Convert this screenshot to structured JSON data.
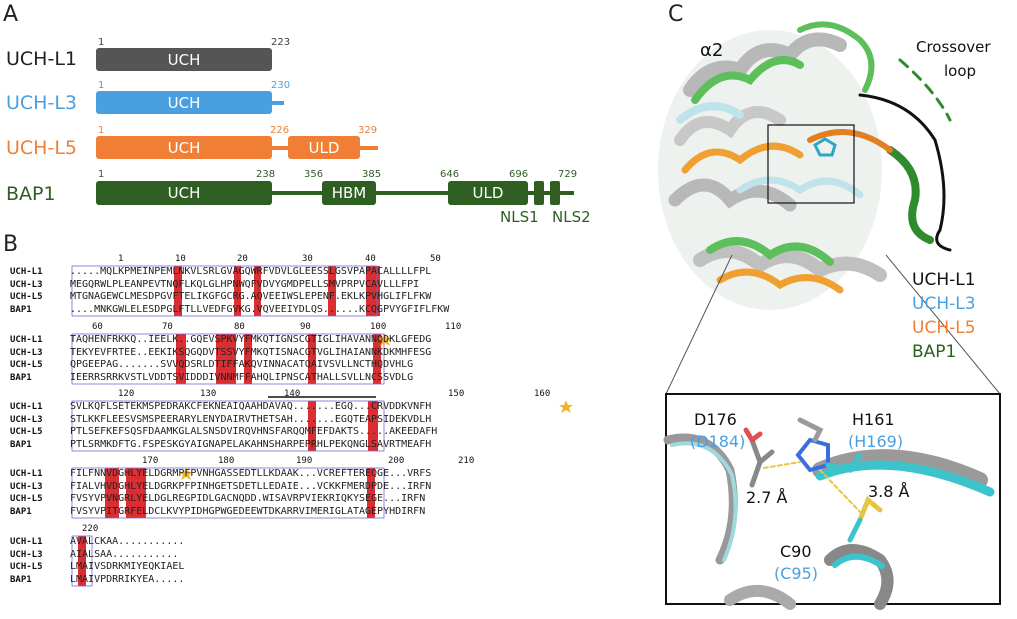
{
  "panels": {
    "a": "A",
    "b": "B",
    "c": "C"
  },
  "colors": {
    "uchl1": "#555555",
    "uchl3": "#4a9fe0",
    "uchl5": "#f07f35",
    "bap1": "#2f5e22",
    "identity_red": "#d8181e",
    "similar_box": "#6d6dd8",
    "star": "#f0b429"
  },
  "panel_a": {
    "proteins": [
      {
        "name": "UCH-L1",
        "start": "1",
        "end": "223",
        "domains": [
          "UCH"
        ]
      },
      {
        "name": "UCH-L3",
        "start": "1",
        "end": "230",
        "domains": [
          "UCH"
        ]
      },
      {
        "name": "UCH-L5",
        "start": "1",
        "end": "226",
        "end2": "329",
        "domains": [
          "UCH",
          "ULD"
        ]
      },
      {
        "name": "BAP1",
        "start": "1",
        "marks": [
          "238",
          "356",
          "385",
          "646",
          "696",
          "729"
        ],
        "domains": [
          "UCH",
          "HBM",
          "ULD"
        ],
        "nls": [
          "NLS1",
          "NLS2"
        ]
      }
    ]
  },
  "panel_b": {
    "names": [
      "UCH-L1",
      "UCH-L3",
      "UCH-L5",
      "BAP1"
    ],
    "blocks": [
      {
        "ruler": [
          "1",
          "10",
          "20",
          "30",
          "40",
          "50"
        ],
        "rows": [
          ".....MQLKPMEINPEMLNKVLSRLGVAGQWRFVDVLGLEESSLGSVPAPACALLLLFPL",
          "MEGQRWLPLEANPEVTNQFLKQLGLHPNWQFVDVYGMDPELLSMVPRPVCAVLLLFPI",
          "MTGNAGEWCLMESDPGVFTELIKGFGCRG.AQVEEIWSLEPENF.EKLKPVHGLIFLFKW",
          "....MNKGWLELESDPGLFTLLVEDFGVKG.VQVEEIYDLQS......KCQGPVYGFIFLFKW"
        ]
      },
      {
        "ruler": [
          "60",
          "70",
          "80",
          "90",
          "100",
          "110"
        ],
        "rows": [
          "TAQHENFRKKQ..IEELK..GQEVSPKVYFMKQTIGNSCGTIGLIHAVANNQDKLGFEDG",
          "TEKYEVFRTEE..EEKIKSQGQDVTSSVYFMKQTISNACGTVGLIHAIANNKDKMHFESG",
          "QPGEEPAG.......SVVQDSRLDTIFFAKQVINNACATQAIVSVLLNCTHQDVHLG",
          "IEERRSRRKVSTLVDDTSVIDDDIVNNMFFAHQLIPNSCATHALLSVLLNCSSVDLG"
        ]
      },
      {
        "ruler": [
          "120",
          "130",
          "140",
          "150",
          "160"
        ],
        "rows": [
          "SVLKQFLSETEKMSPEDRAKCFEKNEAIQAAHDAVAQ.......EGQ...CRVDDKVNFH",
          "STLKKFLEESVSMSPEERARYLENYDAIRVTHETSAH.......EGQTEAPSIDEKVDLH",
          "PTLSEFKEFSQSFDAAMKGLALSNSDVIRQVHNSFARQQMFEFDAKTS.....AKEEDAFH",
          "PTLSRMKDFTG.FSPESKGYAIGNAPELAKAHNSHARPEPRHLPEKQNGLSAVRTMEAFH"
        ]
      },
      {
        "ruler": [
          "170",
          "180",
          "190",
          "200",
          "210"
        ],
        "rows": [
          "FILFNNVDGHLYELDGRMPFPVNHGASSEDTLLKDAAK...VCREFTEREQGE...VRFS",
          "FIALVHVDGHLYELDGRKPFPINHGETSDETLLEDAIE...VCKKFMERDPDE...IRFN",
          "FVSYVPVNGRLYELDGLREGPIDLGACNQDD.WISAVRPVIEKRIQKYSEGE...IRFN",
          "FVSYVPITGRFELDCLKVYPIDHGPWGEDEEWTDKARRVIMERIGLATAGEPYHDIRFN"
        ]
      },
      {
        "ruler": [
          "220"
        ],
        "rows": [
          "AVALCKAA...........",
          "AIALSAA...........",
          "LMAIVSDRKMIYEQKIAEL",
          "LMAIVPDRRIKYEA....."
        ]
      }
    ]
  },
  "panel_c": {
    "alpha2": "α2",
    "crossover_line1": "Crossover",
    "crossover_line2": "loop",
    "legend": [
      "UCH-L1",
      "UCH-L3",
      "UCH-L5",
      "BAP1"
    ],
    "inset": {
      "d176": "D176",
      "d184": "(D184)",
      "h161": "H161",
      "h169": "(H169)",
      "c90": "C90",
      "c95": "(C95)",
      "dist1": "2.7 Å",
      "dist2": "3.8 Å"
    }
  }
}
